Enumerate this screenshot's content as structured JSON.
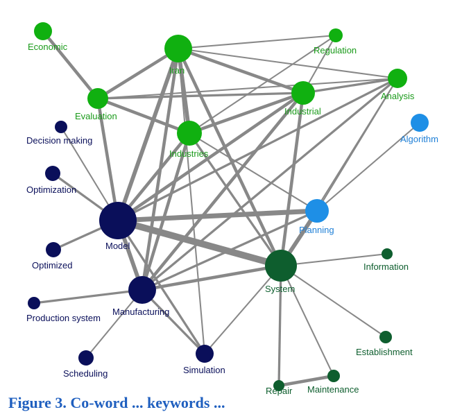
{
  "colors": {
    "green": "#10b010",
    "green_label": "#1a9a1a",
    "dark_blue": "#0a0f5a",
    "light_blue": "#1e8fe6",
    "light_blue_label": "#1e7fd6",
    "dark_green": "#0e5e2e",
    "edge": "#888888"
  },
  "nodes": [
    {
      "id": "economic",
      "label": "Economic",
      "group": "green"
    },
    {
      "id": "iran",
      "label": "Iran",
      "group": "green"
    },
    {
      "id": "regulation",
      "label": "Regulation",
      "group": "green"
    },
    {
      "id": "evaluation",
      "label": "Evaluation",
      "group": "green"
    },
    {
      "id": "industrial",
      "label": "Industrial",
      "group": "green"
    },
    {
      "id": "analysis",
      "label": "Analysis",
      "group": "green"
    },
    {
      "id": "industries",
      "label": "Industries",
      "group": "green"
    },
    {
      "id": "algorithm",
      "label": "Algorithm",
      "group": "light_blue"
    },
    {
      "id": "decision_making",
      "label": "Decision making",
      "group": "dark_blue"
    },
    {
      "id": "optimization",
      "label": "Optimization",
      "group": "dark_blue"
    },
    {
      "id": "model",
      "label": "Model",
      "group": "dark_blue"
    },
    {
      "id": "planning",
      "label": "Planning",
      "group": "light_blue"
    },
    {
      "id": "optimized",
      "label": "Optimized",
      "group": "dark_blue"
    },
    {
      "id": "system",
      "label": "System",
      "group": "dark_green"
    },
    {
      "id": "information",
      "label": "Information",
      "group": "dark_green"
    },
    {
      "id": "manufacturing",
      "label": "Manufacturing",
      "group": "dark_blue"
    },
    {
      "id": "production_system",
      "label": "Production system",
      "group": "dark_blue"
    },
    {
      "id": "establishment",
      "label": "Establishment",
      "group": "dark_green"
    },
    {
      "id": "scheduling",
      "label": "Scheduling",
      "group": "dark_blue"
    },
    {
      "id": "simulation",
      "label": "Simulation",
      "group": "dark_blue"
    },
    {
      "id": "maintenance",
      "label": "Maintenance",
      "group": "dark_green"
    },
    {
      "id": "repair",
      "label": "Repair",
      "group": "dark_green"
    }
  ],
  "edges": [
    {
      "source": "economic",
      "target": "evaluation",
      "weight": 3
    },
    {
      "source": "evaluation",
      "target": "iran",
      "weight": 3
    },
    {
      "source": "evaluation",
      "target": "industries",
      "weight": 3
    },
    {
      "source": "evaluation",
      "target": "industrial",
      "weight": 2
    },
    {
      "source": "evaluation",
      "target": "analysis",
      "weight": 1
    },
    {
      "source": "evaluation",
      "target": "model",
      "weight": 3
    },
    {
      "source": "iran",
      "target": "regulation",
      "weight": 1
    },
    {
      "source": "iran",
      "target": "analysis",
      "weight": 1
    },
    {
      "source": "iran",
      "target": "industrial",
      "weight": 3
    },
    {
      "source": "iran",
      "target": "industries",
      "weight": 4
    },
    {
      "source": "iran",
      "target": "model",
      "weight": 4
    },
    {
      "source": "iran",
      "target": "manufacturing",
      "weight": 3
    },
    {
      "source": "iran",
      "target": "system",
      "weight": 3
    },
    {
      "source": "iran",
      "target": "simulation",
      "weight": 1
    },
    {
      "source": "regulation",
      "target": "industrial",
      "weight": 1
    },
    {
      "source": "regulation",
      "target": "industries",
      "weight": 1
    },
    {
      "source": "industrial",
      "target": "industries",
      "weight": 3
    },
    {
      "source": "industrial",
      "target": "analysis",
      "weight": 2
    },
    {
      "source": "industrial",
      "target": "model",
      "weight": 3
    },
    {
      "source": "industrial",
      "target": "manufacturing",
      "weight": 3
    },
    {
      "source": "industrial",
      "target": "system",
      "weight": 3
    },
    {
      "source": "analysis",
      "target": "model",
      "weight": 2
    },
    {
      "source": "analysis",
      "target": "planning",
      "weight": 1
    },
    {
      "source": "analysis",
      "target": "manufacturing",
      "weight": 2
    },
    {
      "source": "analysis",
      "target": "system",
      "weight": 1
    },
    {
      "source": "industries",
      "target": "model",
      "weight": 3
    },
    {
      "source": "industries",
      "target": "manufacturing",
      "weight": 3
    },
    {
      "source": "industries",
      "target": "system",
      "weight": 2
    },
    {
      "source": "industries",
      "target": "planning",
      "weight": 1
    },
    {
      "source": "algorithm",
      "target": "planning",
      "weight": 1
    },
    {
      "source": "decision_making",
      "target": "model",
      "weight": 1
    },
    {
      "source": "optimization",
      "target": "model",
      "weight": 2
    },
    {
      "source": "model",
      "target": "planning",
      "weight": 5
    },
    {
      "source": "model",
      "target": "system",
      "weight": 7
    },
    {
      "source": "model",
      "target": "manufacturing",
      "weight": 4
    },
    {
      "source": "model",
      "target": "optimized",
      "weight": 2
    },
    {
      "source": "model",
      "target": "simulation",
      "weight": 2
    },
    {
      "source": "planning",
      "target": "system",
      "weight": 4
    },
    {
      "source": "planning",
      "target": "manufacturing",
      "weight": 2
    },
    {
      "source": "system",
      "target": "information",
      "weight": 1
    },
    {
      "source": "system",
      "target": "manufacturing",
      "weight": 3
    },
    {
      "source": "system",
      "target": "establishment",
      "weight": 1
    },
    {
      "source": "system",
      "target": "maintenance",
      "weight": 1
    },
    {
      "source": "system",
      "target": "repair",
      "weight": 2
    },
    {
      "source": "system",
      "target": "simulation",
      "weight": 1
    },
    {
      "source": "manufacturing",
      "target": "production_system",
      "weight": 2
    },
    {
      "source": "manufacturing",
      "target": "scheduling",
      "weight": 1
    },
    {
      "source": "manufacturing",
      "target": "simulation",
      "weight": 2
    },
    {
      "source": "maintenance",
      "target": "repair",
      "weight": 3
    }
  ],
  "caption": "Figure 3. Co-word ... keywords ... "
}
